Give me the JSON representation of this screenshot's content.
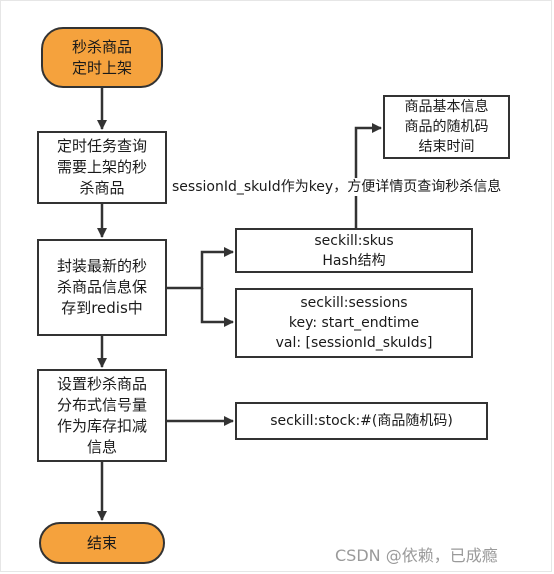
{
  "nodes": {
    "start": [
      "秒杀商品",
      "定时上架"
    ],
    "query_task": [
      "定时任务查询",
      "需要上架的秒",
      "杀商品"
    ],
    "wrap_save": [
      "封装最新的秒",
      "杀商品信息保",
      "存到redis中"
    ],
    "semaphore": [
      "设置秒杀商品",
      "分布式信号量",
      "作为库存扣减",
      "信息"
    ],
    "end": [
      "结束"
    ],
    "skus": [
      "seckill:skus",
      "Hash结构"
    ],
    "sessions": [
      "seckill:sessions",
      "key: start_endtime",
      "val:  [sessionId_skuIds]"
    ],
    "stock": [
      "seckill:stock:#(商品随机码)"
    ],
    "info": [
      "商品基本信息",
      "商品的随机码",
      "结束时间"
    ]
  },
  "labels": {
    "key_note": "sessionId_skuId作为key，方便详情页查询秒杀信息"
  },
  "watermark": "CSDN @依赖，已成瘾",
  "colors": {
    "terminal_fill": "#f5a23d",
    "stroke": "#333333"
  }
}
